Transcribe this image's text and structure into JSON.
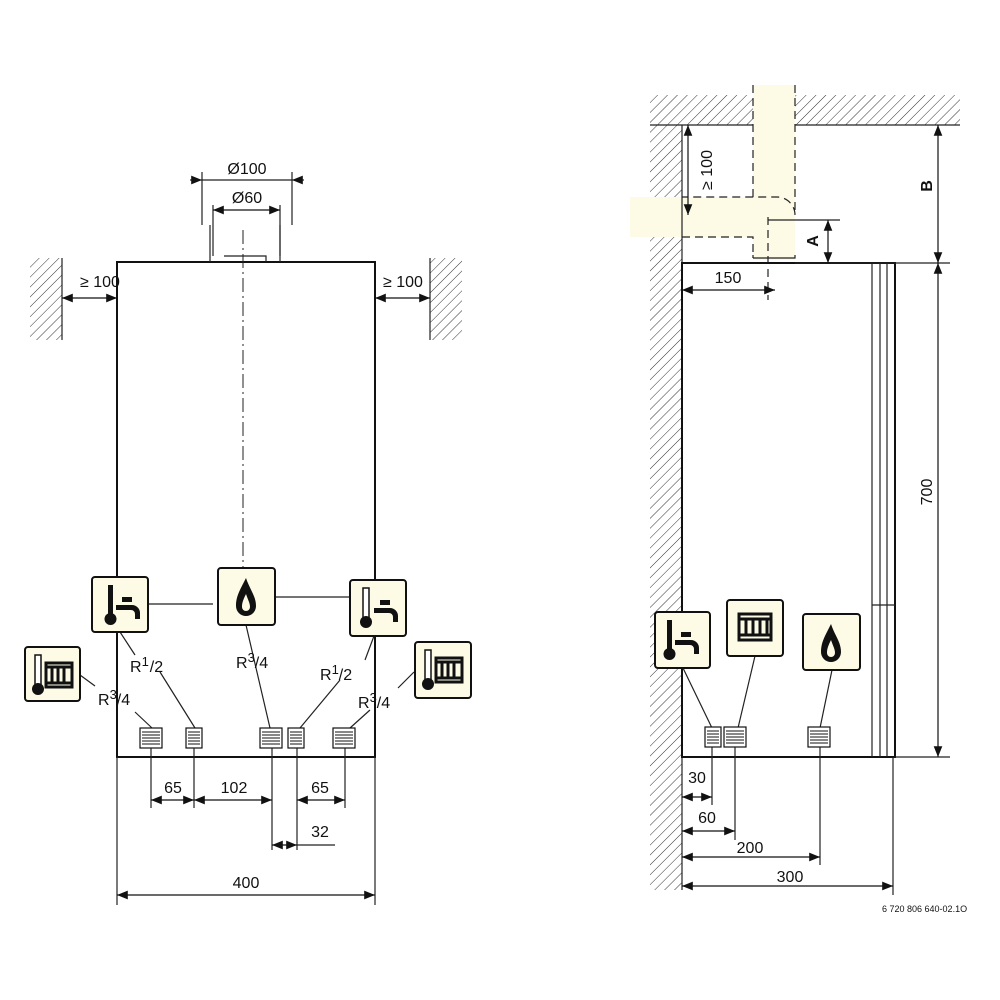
{
  "front_view": {
    "dims": {
      "flue_outer": "Ø100",
      "flue_inner": "Ø60",
      "clear_left": "≥ 100",
      "clear_right": "≥ 100",
      "d65a": "65",
      "d102": "102",
      "d65b": "65",
      "d32": "32",
      "width": "400"
    },
    "labels": [
      {
        "base": "R",
        "num": "1",
        "den": "2"
      },
      {
        "base": "R",
        "num": "3",
        "den": "4"
      },
      {
        "base": "R",
        "num": "1",
        "den": "2"
      },
      {
        "base": "R",
        "num": "3",
        "den": "4"
      },
      {
        "base": "R",
        "num": "3",
        "den": "4"
      }
    ],
    "icons": [
      "hot-water-tap-icon",
      "gas-flame-icon",
      "cold-water-tap-icon",
      "heating-flow-icon",
      "heating-return-icon"
    ]
  },
  "side_view": {
    "dims": {
      "clear_top": "≥ 100",
      "a": "A",
      "b": "B",
      "d150": "150",
      "height": "700",
      "d30": "30",
      "d60": "60",
      "d200": "200",
      "d300": "300"
    },
    "icons": [
      "water-tap-icon",
      "radiator-icon",
      "gas-flame-icon"
    ]
  },
  "reference_number": "6 720 806 640-02.1O",
  "colors": {
    "icon_fill": "#fdfbe6",
    "line": "#111111"
  }
}
